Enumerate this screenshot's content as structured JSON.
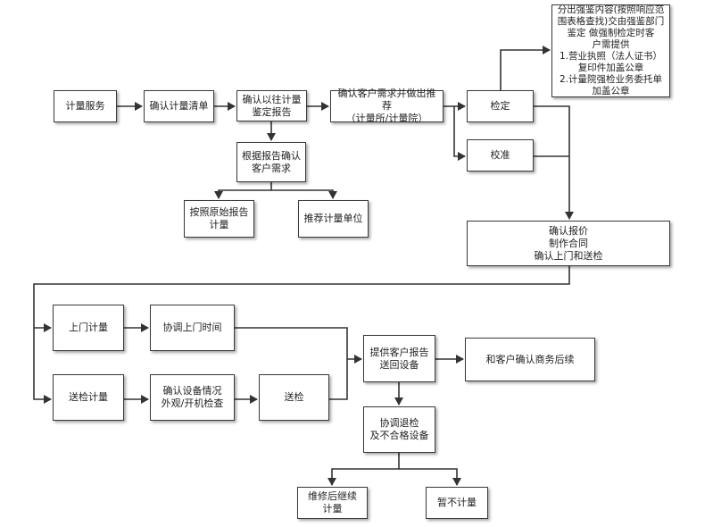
{
  "nodes": {
    "service": "计量服务",
    "confirm_list": "确认计量清单",
    "confirm_past": "确认以往计量\n鉴定报告",
    "confirm_need_recommend": "确认客户需求并做出推荐\n（计量所/计量院）",
    "verify": "检定",
    "calibrate": "校准",
    "mandatory": "分出强鉴内容(按照响应范\n围表格查找)交由强鉴部门\n鉴定       做强制检定时客\n户需提供\n1.营业执照（法人证书）\n复印件加盖公章\n2.计量院强检业务委托单\n加盖公章",
    "report_confirm_need": "根据报告确认\n客户需求",
    "by_original_report": "按照原始报告\n计量",
    "recommend_unit": "推荐计量单位",
    "quote": "确认报价\n制作合同\n确认上门和送检",
    "onsite": "上门计量",
    "coord_time": "协调上门时间",
    "send_in": "送检计量",
    "check_equipment": "确认设备情况\n外观/开机检查",
    "deliver": "送检",
    "provide_report": "提供客户报告\n送回设备",
    "follow_up": "和客户确认商务后续",
    "coord_return": "协调退检\n及不合格设备",
    "repair_continue": "维修后继续\n计量",
    "no_measure": "暂不计量"
  }
}
